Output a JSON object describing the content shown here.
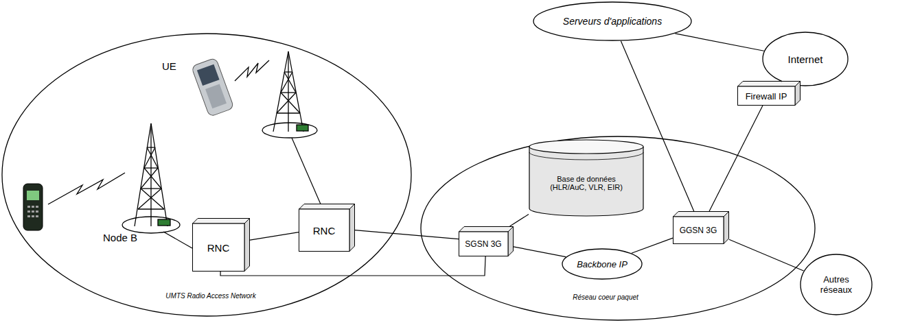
{
  "diagram": {
    "nodes": [
      {
        "text": [
          "UMTS Radio Access Network"
        ]
      },
      {
        "text": [
          "RNC"
        ],
        "in": 0
      },
      {
        "text": [
          "RNC"
        ],
        "in": 0
      },
      {
        "text": [
          "Réseau coeur paquet"
        ]
      },
      {
        "text": [
          "SGSN 3G"
        ],
        "in": 3
      },
      {
        "text": [
          "Base de données (HLR/AuC, VLR, EIR)"
        ],
        "in": 3
      },
      {
        "text": [
          "Backbone IP"
        ],
        "in": 3
      },
      {
        "text": [
          "GGSN 3G"
        ],
        "in": 3
      },
      {
        "text": [
          "Serveurs d'applications"
        ]
      },
      {
        "text": [
          "Internet"
        ]
      },
      {
        "text": [
          "Firewall IP"
        ]
      },
      {
        "text": [
          "Autres réseaux"
        ]
      }
    ],
    "edges": [
      {
        "from": 1,
        "to": 2,
        "arrow": "none"
      },
      {
        "from": 2,
        "to": 4,
        "arrow": "none"
      },
      {
        "from": 1,
        "to": 4,
        "arrow": "none"
      },
      {
        "from": 4,
        "to": 5,
        "arrow": "none"
      },
      {
        "from": 4,
        "to": 6,
        "arrow": "none"
      },
      {
        "from": 6,
        "to": 7,
        "arrow": "none"
      },
      {
        "from": 7,
        "to": 8,
        "arrow": "none"
      },
      {
        "from": 7,
        "to": 10,
        "arrow": "none"
      },
      {
        "from": 10,
        "to": 9,
        "arrow": "none"
      },
      {
        "from": 8,
        "to": 9,
        "arrow": "none"
      },
      {
        "from": 7,
        "to": 11,
        "arrow": "none"
      }
    ],
    "labels": [
      "UE",
      "Node B"
    ]
  }
}
